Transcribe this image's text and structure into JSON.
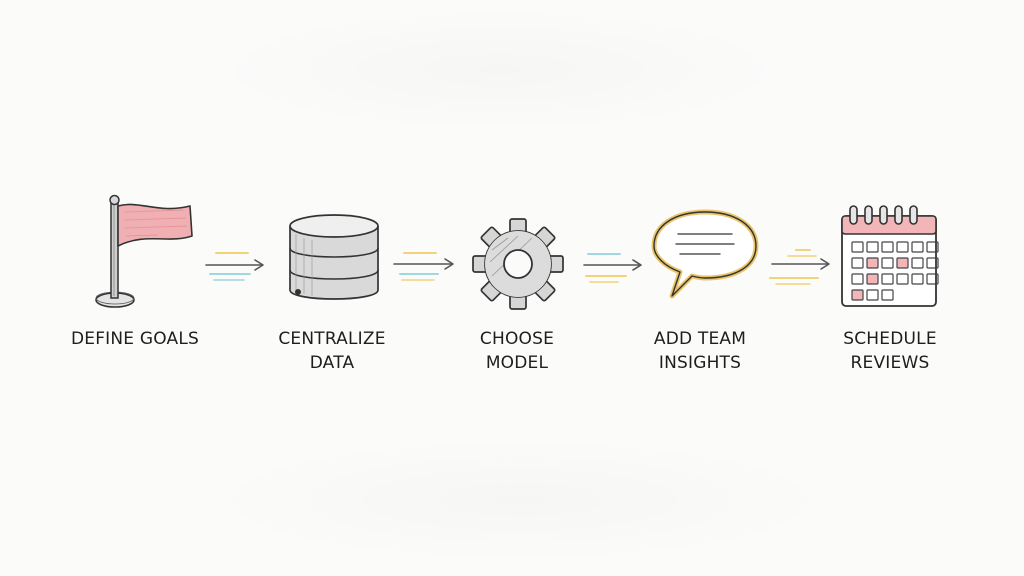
{
  "steps": [
    {
      "label_line1": "DEFINE GOALS",
      "label_line2": "",
      "icon": "flag-icon"
    },
    {
      "label_line1": "CENTRALIZE",
      "label_line2": "DATA",
      "icon": "database-icon"
    },
    {
      "label_line1": "CHOOSE",
      "label_line2": "MODEL",
      "icon": "gear-icon"
    },
    {
      "label_line1": "ADD TEAM",
      "label_line2": "INSIGHTS",
      "icon": "speech-bubble-icon"
    },
    {
      "label_line1": "SCHEDULE",
      "label_line2": "REVIEWS",
      "icon": "calendar-icon"
    }
  ],
  "colors": {
    "ink": "#2a2a2a",
    "flag": "#f0b0b3",
    "calendar_header": "#f2b6b8",
    "bubble_outline": "#e9c46a",
    "accent_yellow": "#f3d27a",
    "accent_blue": "#9fd8e0"
  }
}
